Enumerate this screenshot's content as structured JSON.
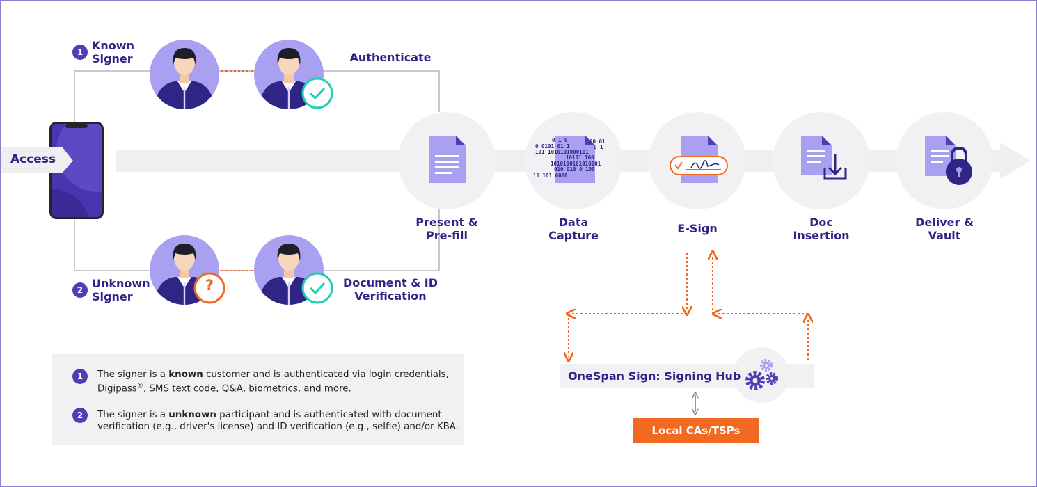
{
  "access": {
    "label": "Access"
  },
  "known": {
    "number": "1",
    "title": "Known\nSigner",
    "step_label": "Authenticate"
  },
  "unknown": {
    "number": "2",
    "title": "Unknown\nSigner",
    "step_label": "Document & ID\nVerification",
    "question_mark": "?"
  },
  "stages": [
    {
      "label": "Present &\nPre-fill",
      "icon": "document-icon"
    },
    {
      "label": "Data\nCapture",
      "icon": "binary-data-icon"
    },
    {
      "label": "E-Sign",
      "icon": "signature-icon"
    },
    {
      "label": "Doc\nInsertion",
      "icon": "download-document-icon"
    },
    {
      "label": "Deliver &\nVault",
      "icon": "padlock-document-icon"
    }
  ],
  "hub": {
    "label": "OneSpan Sign: Signing Hub",
    "icon": "gears-icon"
  },
  "ca_button": {
    "label": "Local CAs/TSPs"
  },
  "notes": [
    {
      "number": "1",
      "pre": "The signer is a ",
      "bold": "known",
      "post": " customer and is authenticated via login credentials,",
      "line2_pre": "Digipass",
      "line2_sup": "®",
      "line2_post": ", SMS text code, Q&A, biometrics, and more."
    },
    {
      "number": "2",
      "pre": "The signer is a ",
      "bold": "unknown",
      "post": " participant and is authenticated with document",
      "line2_pre": "verification (e.g., driver's license) and ID verification (e.g., selfie) and/or KBA.",
      "line2_sup": "",
      "line2_post": ""
    }
  ],
  "colors": {
    "navy": "#2e2585",
    "purple": "#4e3fb6",
    "lavender": "#a9a0f2",
    "orange": "#f26a21",
    "teal": "#1fcfb2",
    "circle_bg": "#f1f1f3",
    "track": "#efeff1"
  }
}
